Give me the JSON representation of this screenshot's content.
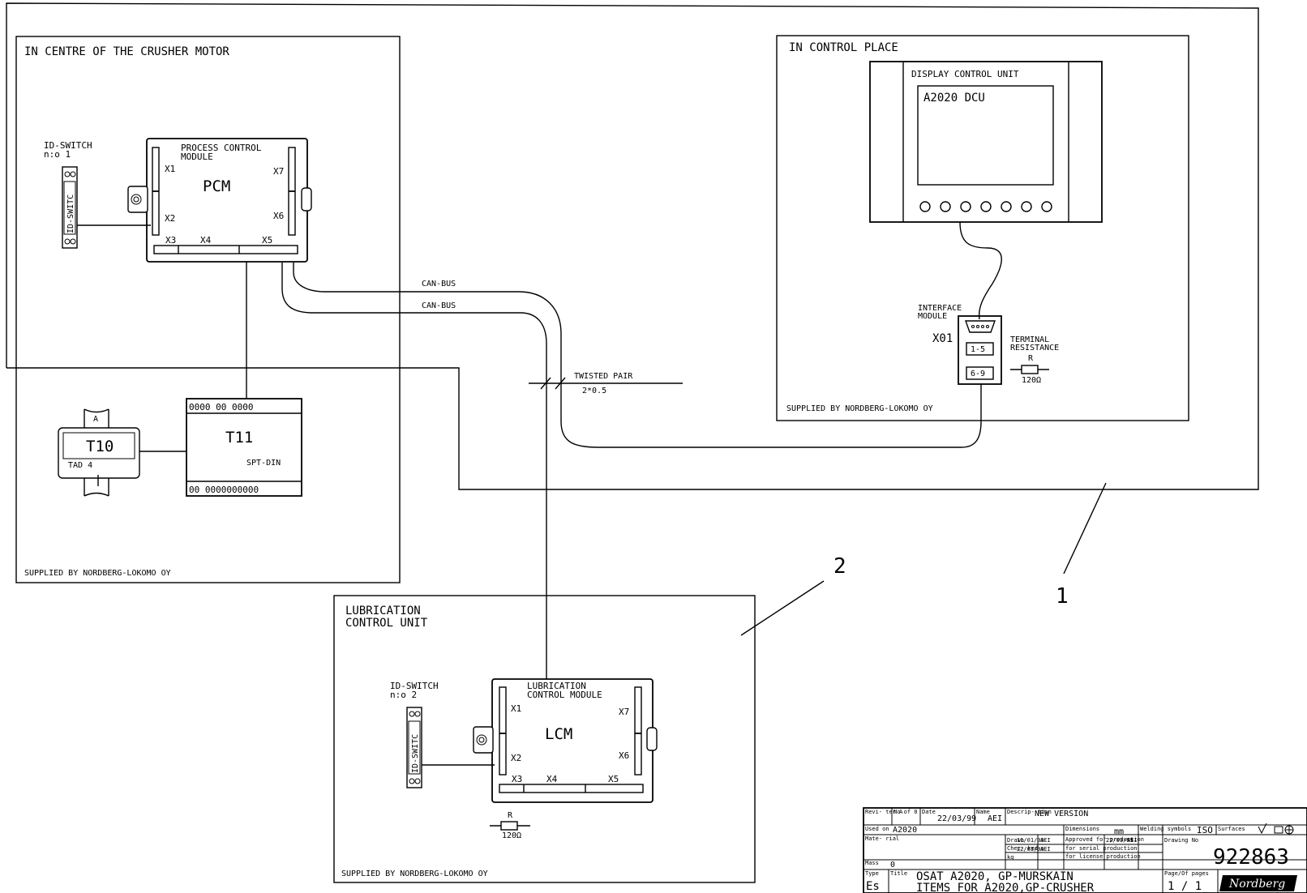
{
  "units": {
    "crusher_motor": {
      "title": "IN CENTRE OF THE CRUSHER MOTOR",
      "supplier": "SUPPLIED BY NORDBERG-LOKOMO OY",
      "id_switch": {
        "label1": "ID-SWITCH",
        "label2": "n:o 1",
        "body": "ID-SWITC"
      },
      "pcm": {
        "title1": "PROCESS CONTROL",
        "title2": "MODULE",
        "name": "PCM",
        "ports": [
          "X1",
          "X2",
          "X3",
          "X4",
          "X5",
          "X6",
          "X7"
        ]
      },
      "t10": {
        "name": "T10",
        "sub": "TAD 4",
        "top": "A"
      },
      "t11": {
        "name": "T11",
        "sub": "SPT-DIN",
        "terminals_top": "0000  00  0000",
        "terminals_bottom": "00 0000000000"
      }
    },
    "control_place": {
      "title": "IN CONTROL PLACE",
      "supplier": "SUPPLIED BY NORDBERG-LOKOMO OY",
      "dcu": {
        "title": "DISPLAY CONTROL UNIT",
        "screen": "A2020 DCU",
        "buttons": "0000000"
      },
      "interface": {
        "label1": "INTERFACE",
        "label2": "MODULE",
        "id": "X01",
        "pins": [
          "1-5",
          "6-9"
        ]
      },
      "terminal": {
        "label1": "TERMINAL",
        "label2": "RESISTANCE",
        "symbol": "R",
        "value": "120Ω"
      }
    },
    "lubrication": {
      "title1": "LUBRICATION",
      "title2": "CONTROL UNIT",
      "supplier": "SUPPLIED BY NORDBERG-LOKOMO OY",
      "id_switch": {
        "label1": "ID-SWITCH",
        "label2": "n:o 2",
        "body": "ID-SWITC"
      },
      "lcm": {
        "title1": "LUBRICATION",
        "title2": "CONTROL MODULE",
        "name": "LCM",
        "ports": [
          "X1",
          "X2",
          "X3",
          "X4",
          "X5",
          "X6",
          "X7"
        ]
      },
      "resistor": {
        "symbol": "R",
        "value": "120Ω"
      }
    }
  },
  "cables": {
    "can1": "CAN-BUS",
    "can2": "CAN-BUS",
    "twisted": "TWISTED PAIR",
    "twisted_spec": "2*0.5"
  },
  "callouts": {
    "one": "1",
    "two": "2"
  },
  "title_block": {
    "rev_label": "Revi- ter A",
    "no_label": "No of 0",
    "date_label": "Date",
    "date": "22/03/99",
    "name_label": "Name",
    "name": "AEI",
    "desc_label": "Descrip- tion",
    "desc": "NEW VERSION",
    "used_on_label": "Used on",
    "used_on": "A2020",
    "dimensions_label": "Dimensions",
    "dimensions": "mm",
    "welding_label": "Welding symbols",
    "welding": "ISO",
    "surfaces_label": "Surfaces",
    "material_label": "Mate- rial",
    "drawn_label": "Drawn",
    "drawn_date": "11/01/99",
    "drawn_name": "AEI",
    "checked_label": "Chec- ked",
    "checked_date": "22/03/99",
    "checked_name": "AEI",
    "approved_label": "Approved for production",
    "approved_date": "22/03/99",
    "approved_name": "AEI",
    "serial_label": "for serial production",
    "license_label": "for license production",
    "drawing_no_label": "Drawing No",
    "drawing_no": "922863",
    "mass_label": "Mass",
    "mass": "0",
    "mass_unit": "kg",
    "type_label": "Type",
    "type": "Es",
    "title_label": "Title",
    "title1": "OSAT A2020, GP-MURSKAIN",
    "title2": "ITEMS FOR A2020,GP-CRUSHER",
    "pages_label": "Page/Of pages",
    "pages": "1 / 1",
    "brand": "Nordberg"
  }
}
